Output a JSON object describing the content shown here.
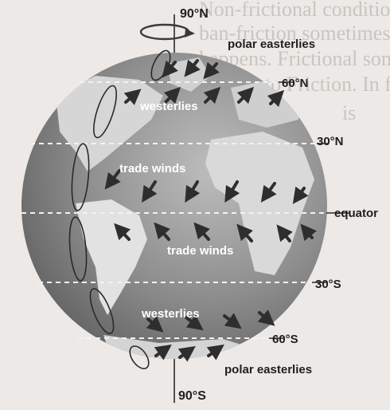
{
  "diagram": {
    "poles": {
      "north": "90°N",
      "south": "90°S"
    },
    "latitudes": [
      "60°N",
      "30°N",
      "equator",
      "30°S",
      "60°S"
    ],
    "outside_labels": {
      "polar_easterlies_north": "polar easterlies",
      "polar_easterlies_south": "polar easterlies"
    },
    "inside_labels": {
      "westerlies_north": "westerlies",
      "trade_winds_north": "trade winds",
      "trade_winds_south": "trade winds",
      "westerlies_south": "westerlies"
    },
    "background_text": [
      "Non-frictional condition. Mo",
      "ban-friction sometimes ex",
      "happens. Frictional somethi",
      "leading to Friction. In fact",
      "is"
    ]
  }
}
